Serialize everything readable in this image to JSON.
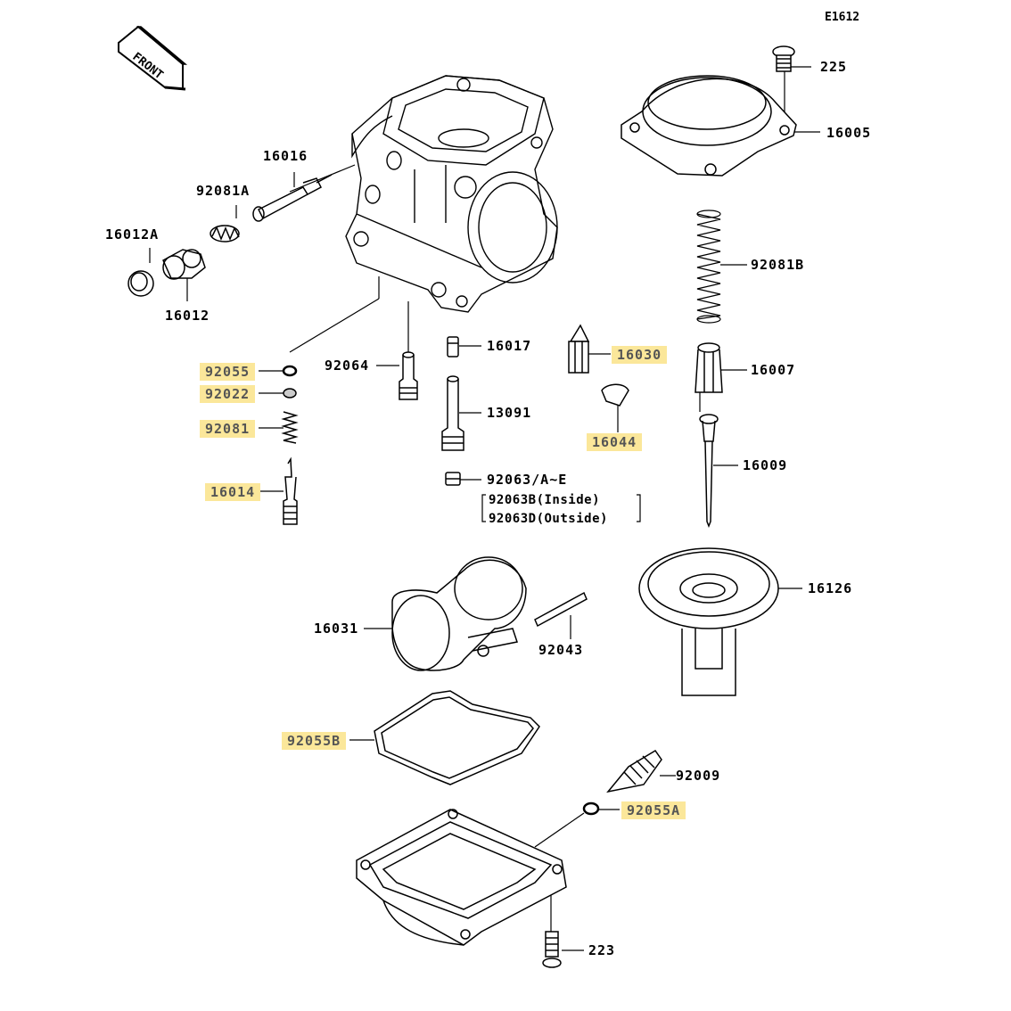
{
  "figure_id": "E1612",
  "front_label": "FRONT",
  "highlight_color": "#fbe79a",
  "parts": [
    {
      "id": "p225",
      "number": "225",
      "highlighted": false
    },
    {
      "id": "p16005",
      "number": "16005",
      "highlighted": false
    },
    {
      "id": "p16016",
      "number": "16016",
      "highlighted": false
    },
    {
      "id": "p92081A",
      "number": "92081A",
      "highlighted": false
    },
    {
      "id": "p16012A",
      "number": "16012A",
      "highlighted": false
    },
    {
      "id": "p16012",
      "number": "16012",
      "highlighted": false
    },
    {
      "id": "p92081B",
      "number": "92081B",
      "highlighted": false
    },
    {
      "id": "p92055",
      "number": "92055",
      "highlighted": true
    },
    {
      "id": "p92064",
      "number": "92064",
      "highlighted": false
    },
    {
      "id": "p16017",
      "number": "16017",
      "highlighted": false
    },
    {
      "id": "p16030",
      "number": "16030",
      "highlighted": true
    },
    {
      "id": "p16007",
      "number": "16007",
      "highlighted": false
    },
    {
      "id": "p92022",
      "number": "92022",
      "highlighted": true
    },
    {
      "id": "p13091",
      "number": "13091",
      "highlighted": false
    },
    {
      "id": "p92081",
      "number": "92081",
      "highlighted": true
    },
    {
      "id": "p16044",
      "number": "16044",
      "highlighted": true
    },
    {
      "id": "p16009",
      "number": "16009",
      "highlighted": false
    },
    {
      "id": "p92063",
      "number": "92063/A~E",
      "highlighted": false
    },
    {
      "id": "p16014",
      "number": "16014",
      "highlighted": true
    },
    {
      "id": "p16126",
      "number": "16126",
      "highlighted": false
    },
    {
      "id": "p16031",
      "number": "16031",
      "highlighted": false
    },
    {
      "id": "p92043",
      "number": "92043",
      "highlighted": false
    },
    {
      "id": "p92055B",
      "number": "92055B",
      "highlighted": true
    },
    {
      "id": "p92009",
      "number": "92009",
      "highlighted": false
    },
    {
      "id": "p92055A",
      "number": "92055A",
      "highlighted": true
    },
    {
      "id": "p223",
      "number": "223",
      "highlighted": false
    }
  ],
  "notes": {
    "inside": "92063B(Inside)",
    "outside": "92063D(Outside)"
  }
}
